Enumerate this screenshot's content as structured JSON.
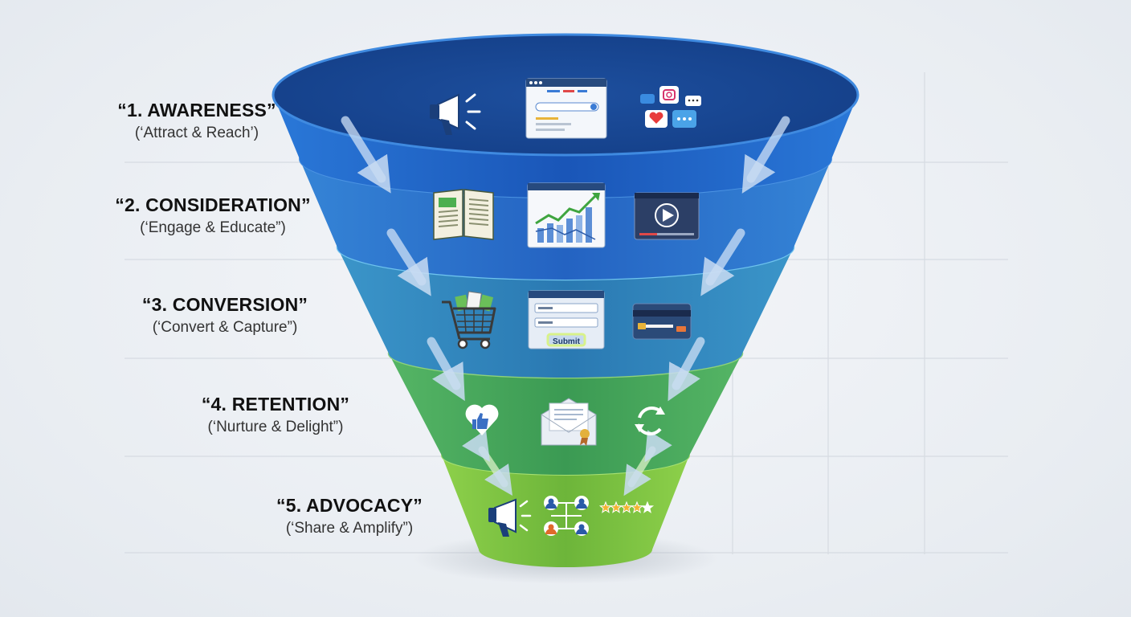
{
  "stages": [
    {
      "title": "“1. AWARENESS”",
      "subtitle": "(‘Attract & Reach’)"
    },
    {
      "title": "“2. CONSIDERATION”",
      "subtitle": "(‘Engage & Educate”)"
    },
    {
      "title": "“3. CONVERSION”",
      "subtitle": "(‘Convert & Capture”)"
    },
    {
      "title": "“4. RETENTION”",
      "subtitle": "(‘Nurture & Delight”)"
    },
    {
      "title": "“5. ADVOCACY”",
      "subtitle": "(‘Share & Amplify”)"
    }
  ],
  "form_button_label": "Submit",
  "colors": {
    "awareness": "#1f5fbf",
    "consideration": "#2a6fcf",
    "conversion": "#2f86b8",
    "retention": "#3fa65a",
    "advocacy": "#7cc23f"
  },
  "icons": [
    "megaphone-icon",
    "search-browser-icon",
    "social-chat-icon",
    "ebook-icon",
    "growth-chart-icon",
    "video-player-icon",
    "shopping-cart-icon",
    "web-form-icon",
    "credit-card-icon",
    "heart-like-icon",
    "email-certificate-icon",
    "refresh-cycle-icon",
    "megaphone-small-icon",
    "referral-network-icon",
    "five-star-rating-icon"
  ]
}
